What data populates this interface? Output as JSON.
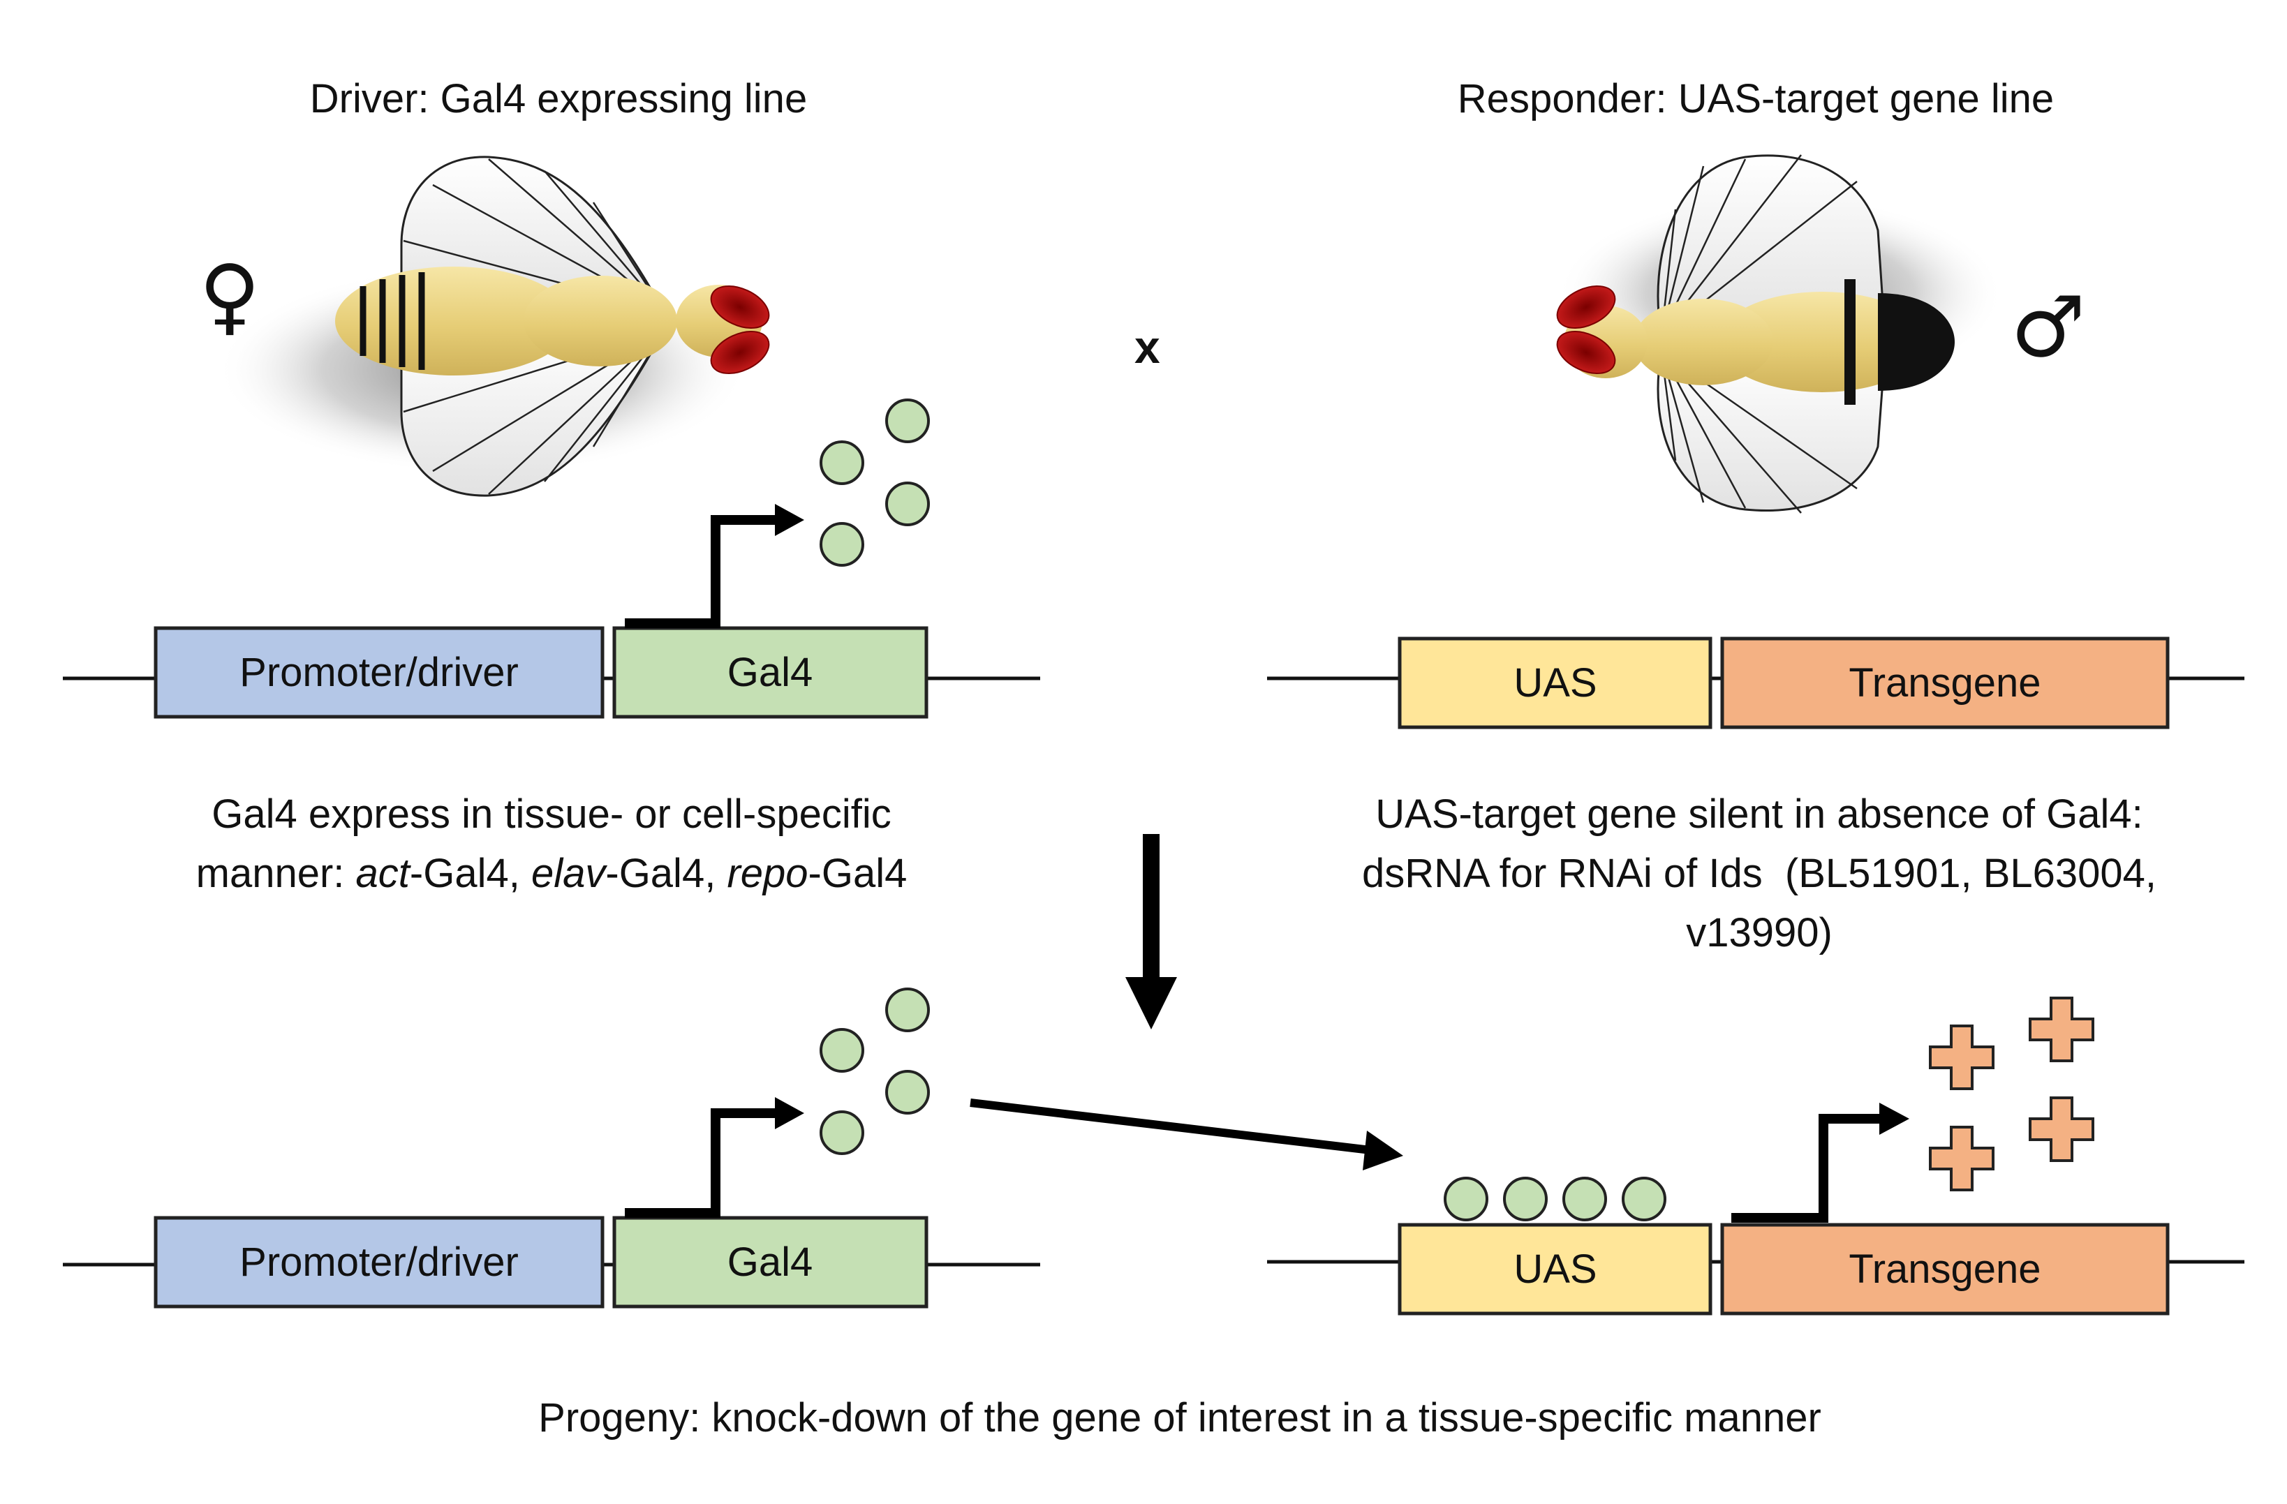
{
  "titles": {
    "driver": "Driver: Gal4 expressing line",
    "responder": "Responder: UAS-target gene line"
  },
  "symbols": {
    "female": "♀",
    "male": "♂",
    "cross": "x"
  },
  "constructs": {
    "promoter": "Promoter/driver",
    "gal4": "Gal4",
    "uas": "UAS",
    "transgene": "Transgene"
  },
  "descriptions": {
    "driver_line1": "Gal4 express in tissue- or cell-specific",
    "driver_line2": {
      "prefix": "manner: ",
      "act": "act",
      "act_suffix": "-Gal4, ",
      "elav": "elav",
      "elav_suffix": "-Gal4, ",
      "repo": "repo",
      "repo_suffix": "-Gal4"
    },
    "responder_line1": "UAS-target gene silent in absence of Gal4:",
    "responder_line2": "dsRNA for RNAi of Ids  (BL51901, BL63004,",
    "responder_line3": "v13990)"
  },
  "caption": "Progeny: knock-down of the gene of interest in a tissue-specific manner",
  "colors": {
    "promoter_fill": "#b4c7e7",
    "gal4_fill": "#c5e0b4",
    "uas_fill": "#ffe699",
    "transgene_fill": "#f4b183",
    "protein_green": "#c5e0b4",
    "protein_orange": "#f4b183",
    "fly_body": "#e9d27e",
    "fly_eye": "#b11515"
  }
}
